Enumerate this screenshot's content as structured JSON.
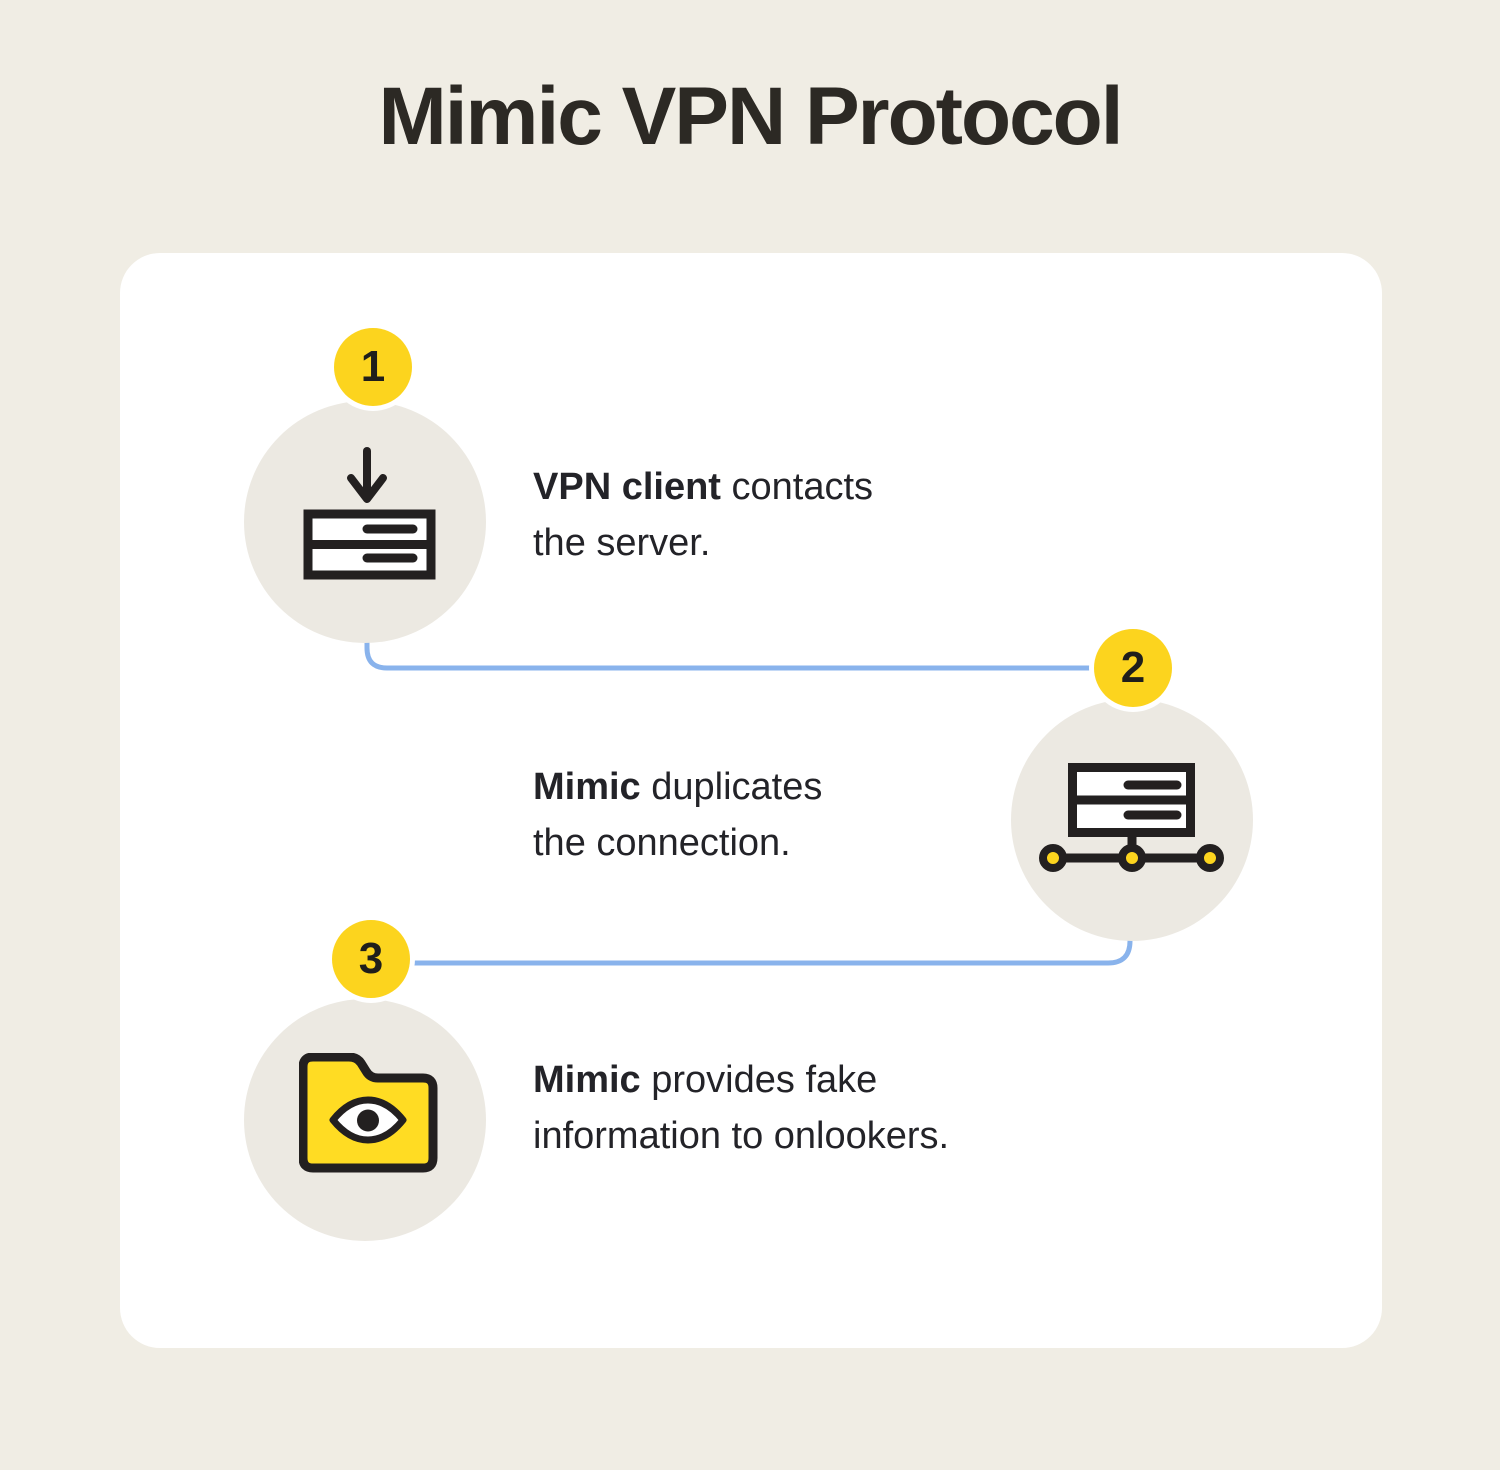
{
  "title": "Mimic VPN Protocol",
  "colors": {
    "page_background": "#F0EDE4",
    "card_background": "#FFFFFF",
    "circle_gray": "#ECE9E2",
    "badge_yellow": "#FCD41E",
    "folder_yellow": "#FFDC23",
    "node_yellow": "#FCD41E",
    "connector_blue": "#89B3EC",
    "icon_stroke": "#232020",
    "title_color": "#2C2924",
    "body_text_color": "#232328"
  },
  "steps": [
    {
      "number": "1",
      "icon": "download-server-icon",
      "lines": [
        {
          "bold": "VPN client",
          "rest": " contacts"
        },
        {
          "bold": "",
          "rest": "the server."
        }
      ]
    },
    {
      "number": "2",
      "icon": "network-server-icon",
      "lines": [
        {
          "bold": "Mimic",
          "rest": " duplicates"
        },
        {
          "bold": "",
          "rest": "the connection."
        }
      ]
    },
    {
      "number": "3",
      "icon": "folder-eye-icon",
      "lines": [
        {
          "bold": "Mimic",
          "rest": " provides fake"
        },
        {
          "bold": "",
          "rest": "information to onlookers."
        }
      ]
    }
  ]
}
